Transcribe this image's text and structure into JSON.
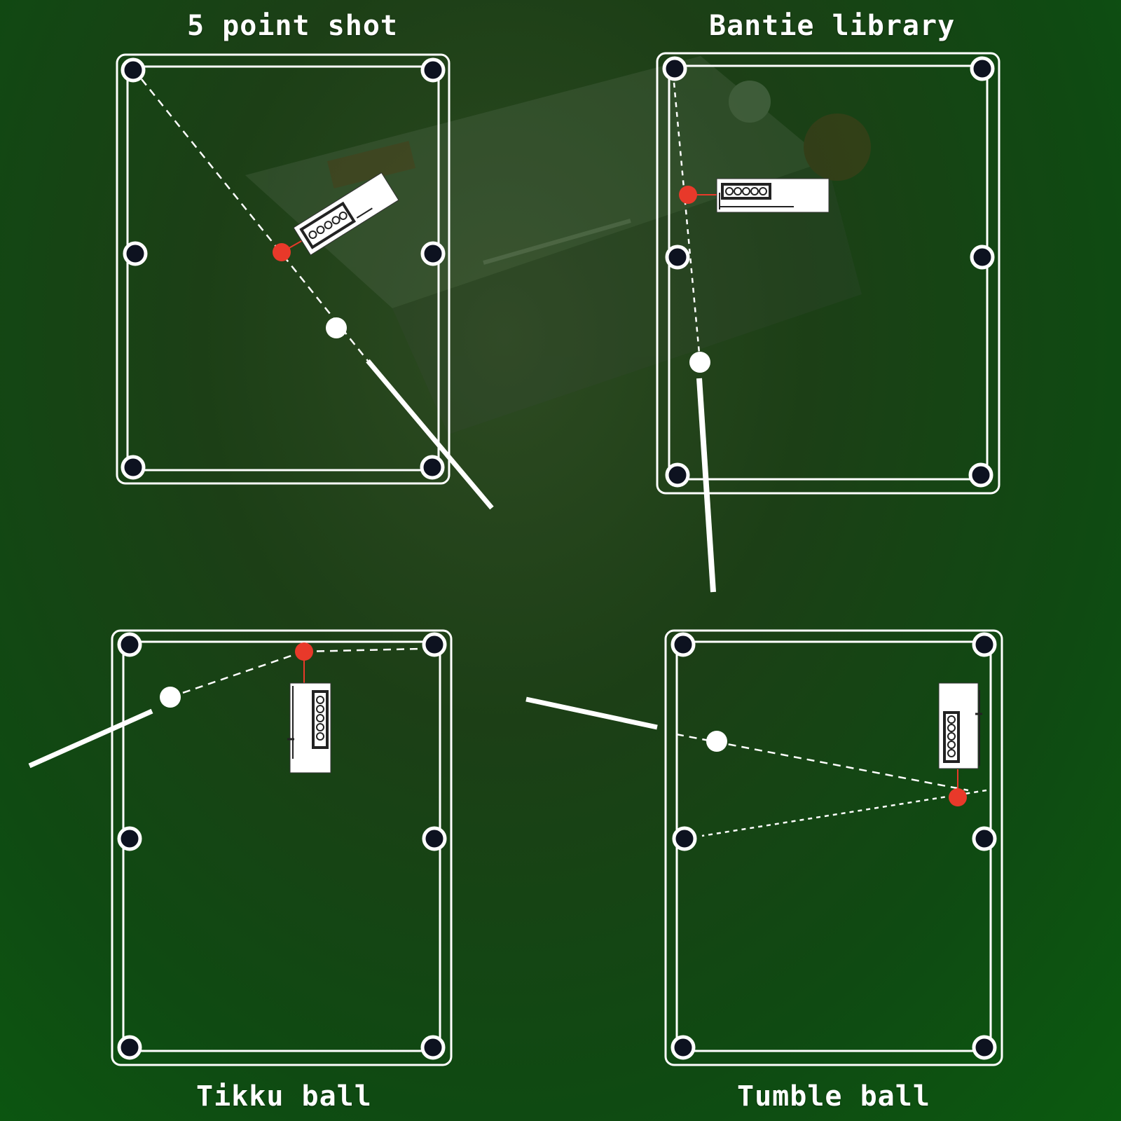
{
  "diagrams": [
    {
      "title": "5 point shot"
    },
    {
      "title": "Bantie library"
    },
    {
      "title": "Tikku ball"
    },
    {
      "title": "Tumble ball"
    }
  ],
  "colors": {
    "line": "#ffffff",
    "pocket": "#0d1220",
    "target_ball": "#e8392a",
    "cue_ball": "#ffffff",
    "felt": "#0f4a12"
  }
}
